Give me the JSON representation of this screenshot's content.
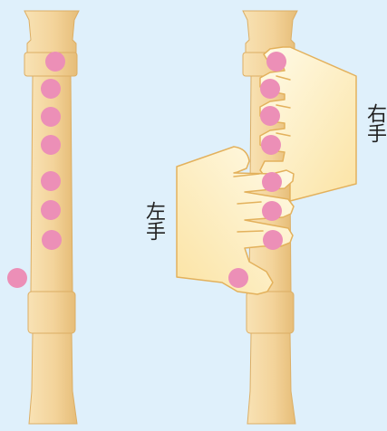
{
  "colors": {
    "background": "#dff0fb",
    "recorder_body": "#f6d9a4",
    "recorder_shade": "#e8be78",
    "recorder_outline": "#d9a65a",
    "hole_fill": "#ec8fb7",
    "hand_fill": "#fdf0c8",
    "hand_outline": "#e3b15c"
  },
  "left_diagram": {
    "front_holes": 7,
    "thumb_hole": 1
  },
  "right_diagram": {
    "front_holes_covered": 7,
    "thumb_hole_covered": 1
  },
  "labels": {
    "right_hand": "右手",
    "left_hand": "左手"
  }
}
